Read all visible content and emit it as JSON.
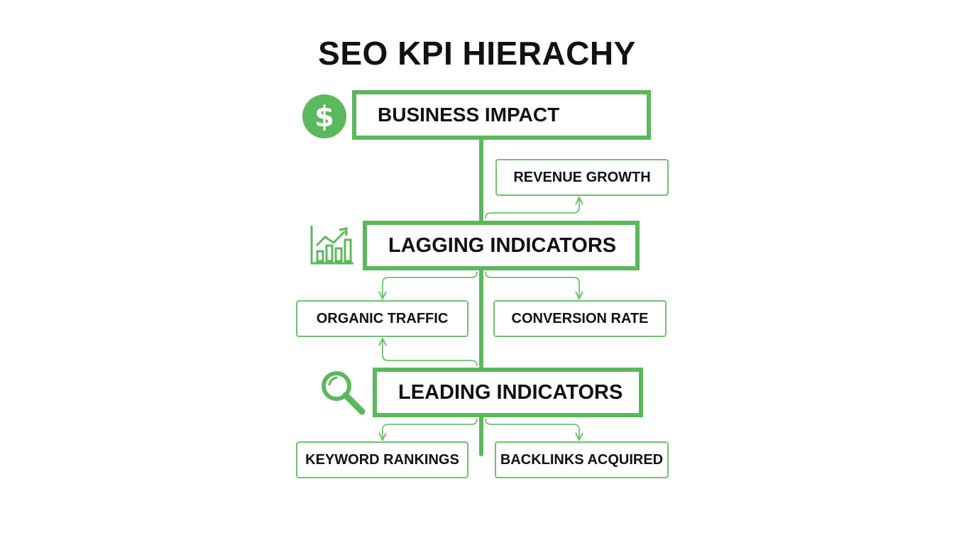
{
  "diagram": {
    "title": "SEO KPI HIERACHY",
    "accent_color": "#5cb85c",
    "tiers": {
      "business_impact": {
        "label": "BUSINESS IMPACT",
        "icon": "dollar-icon"
      },
      "lagging_indicators": {
        "label": "LAGGING INDICATORS",
        "icon": "bar-chart-icon"
      },
      "leading_indicators": {
        "label": "LEADING INDICATORS",
        "icon": "magnifier-icon"
      }
    },
    "kpis": {
      "revenue_growth": "REVENUE GROWTH",
      "organic_traffic": "ORGANIC TRAFFIC",
      "conversion_rate": "CONVERSION RATE",
      "keyword_rankings": "KEYWORD RANKINGS",
      "backlinks_acquired": "BACKLINKS ACQUIRED"
    }
  }
}
